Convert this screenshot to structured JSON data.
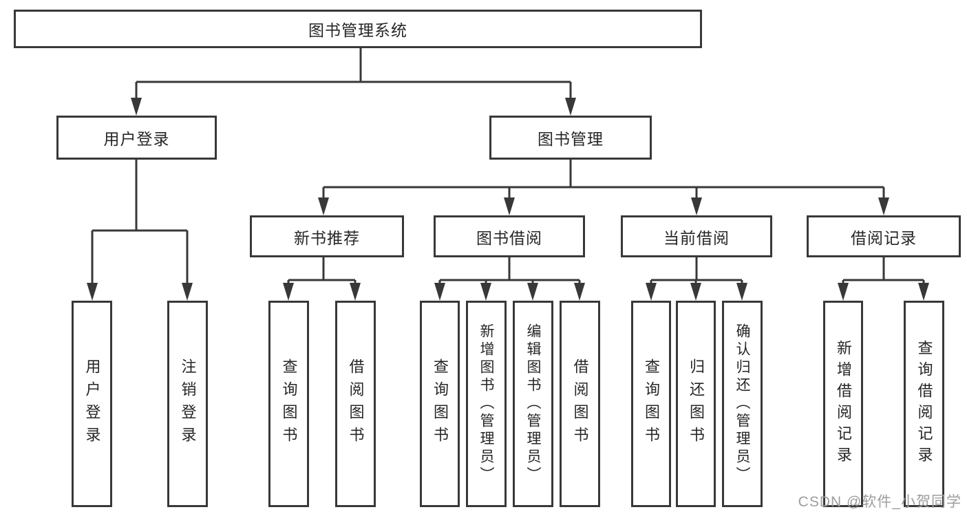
{
  "nodes": {
    "root": {
      "label": "图书管理系统"
    },
    "user_login": {
      "label": "用户登录"
    },
    "book_mgmt": {
      "label": "图书管理"
    },
    "new_books": {
      "label": "新书推荐"
    },
    "book_borrow": {
      "label": "图书借阅"
    },
    "current_borrow": {
      "label": "当前借阅"
    },
    "borrow_records": {
      "label": "借阅记录"
    },
    "leaf_user_login": {
      "label": "用户登录"
    },
    "leaf_logout": {
      "label": "注销登录"
    },
    "leaf_nb_query": {
      "label": "查询图书"
    },
    "leaf_nb_borrow": {
      "label": "借阅图书"
    },
    "leaf_bb_query": {
      "label": "查询图书"
    },
    "leaf_bb_add": {
      "label": "新增图书（管理员）"
    },
    "leaf_bb_edit": {
      "label": "编辑图书（管理员）"
    },
    "leaf_bb_borrow": {
      "label": "借阅图书"
    },
    "leaf_cb_query": {
      "label": "查询图书"
    },
    "leaf_cb_return": {
      "label": "归还图书"
    },
    "leaf_cb_confirm": {
      "label": "确认归还（管理员）"
    },
    "leaf_rec_add": {
      "label": "新增借阅记录"
    },
    "leaf_rec_query": {
      "label": "查询借阅记录"
    }
  },
  "watermark": {
    "text": "CSDN @软件_小贺同学"
  },
  "colors": {
    "line": "#383838",
    "text": "#262626",
    "background": "#ffffff",
    "watermark": "#9d9d9d"
  }
}
